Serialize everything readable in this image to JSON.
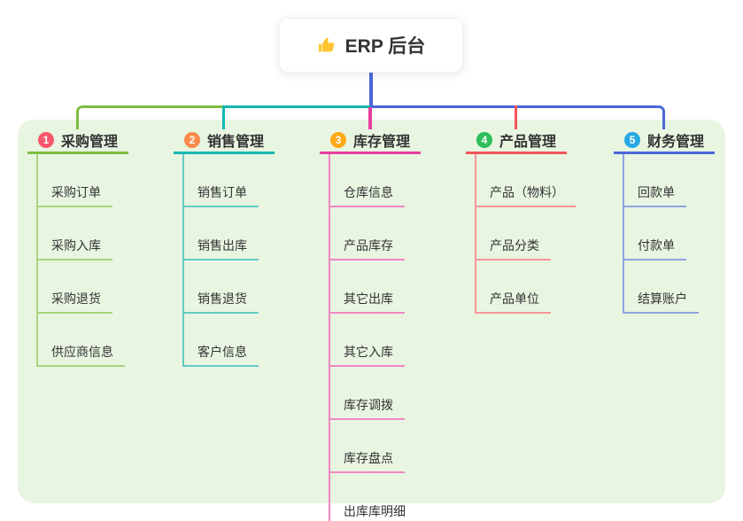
{
  "root": {
    "title": "ERP 后台",
    "icon": "thumbs-up-icon",
    "icon_color": "#FFC531"
  },
  "colors": {
    "page_bg": "#FFFFFF",
    "panel_bg": "#E8F5E1",
    "text": "#333333",
    "root_connector": "#4A67D8"
  },
  "connectors": {
    "left_segment_color": "#7CBE42",
    "teal_segment_color": "#14B8B2",
    "right_segment_color": "#4A67D8",
    "magenta_drop_color": "#E93D9D",
    "red_drop_color": "#F4555B"
  },
  "branches": [
    {
      "badge": "1",
      "label": "采购管理",
      "badge_color": "#F8566C",
      "line_color": "#7CBE42",
      "sub_line_color": "#A8D47F",
      "children": [
        "采购订单",
        "采购入库",
        "采购退货",
        "供应商信息"
      ]
    },
    {
      "badge": "2",
      "label": "销售管理",
      "badge_color": "#FB8A4B",
      "line_color": "#14B8B2",
      "sub_line_color": "#63CBC6",
      "children": [
        "销售订单",
        "销售出库",
        "销售退货",
        "客户信息"
      ]
    },
    {
      "badge": "3",
      "label": "库存管理",
      "badge_color": "#FFA918",
      "line_color": "#E93D9D",
      "sub_line_color": "#F186C2",
      "children": [
        "仓库信息",
        "产品库存",
        "其它出库",
        "其它入库",
        "库存调拨",
        "库存盘点",
        "出库库明细"
      ]
    },
    {
      "badge": "4",
      "label": "产品管理",
      "badge_color": "#2EBE5B",
      "line_color": "#F4555B",
      "sub_line_color": "#F5969A",
      "children": [
        "产品（物料）",
        "产品分类",
        "产品单位"
      ]
    },
    {
      "badge": "5",
      "label": "财务管理",
      "badge_color": "#27A9E5",
      "line_color": "#4A67D8",
      "sub_line_color": "#92A3DE",
      "children": [
        "回款单",
        "付款单",
        "结算账户"
      ]
    }
  ]
}
